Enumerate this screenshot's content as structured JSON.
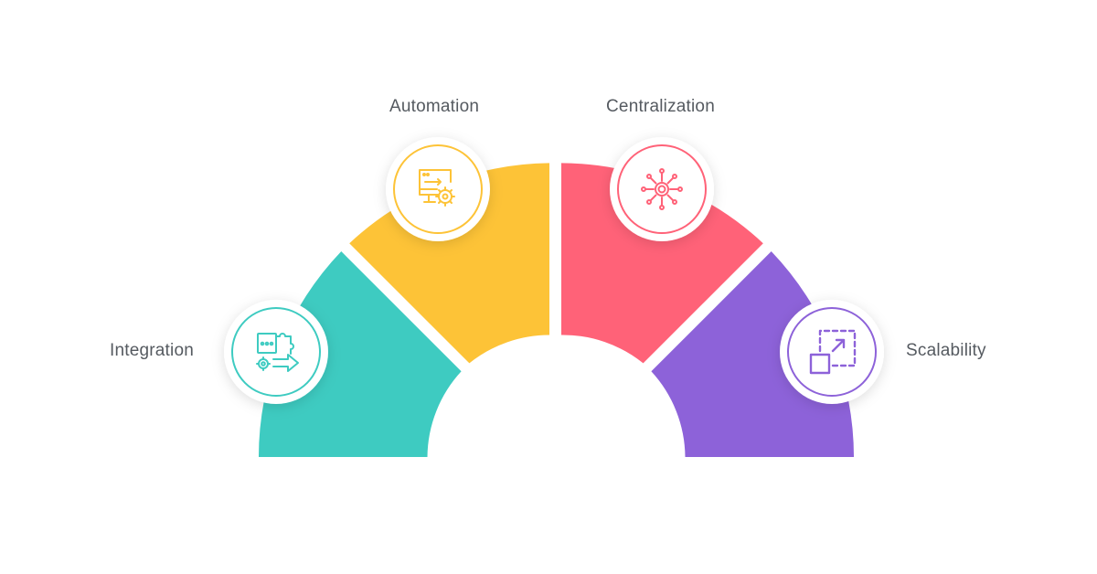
{
  "segments": [
    {
      "id": "integration",
      "label": "Integration",
      "color": "#3ECBC1",
      "icon": "puzzle-gear-arrow-icon"
    },
    {
      "id": "automation",
      "label": "Automation",
      "color": "#FDC337",
      "icon": "monitor-gear-icon"
    },
    {
      "id": "centralization",
      "label": "Centralization",
      "color": "#FF6278",
      "icon": "hub-nodes-icon"
    },
    {
      "id": "scalability",
      "label": "Scalability",
      "color": "#8D62D9",
      "icon": "scale-up-squares-icon"
    }
  ]
}
